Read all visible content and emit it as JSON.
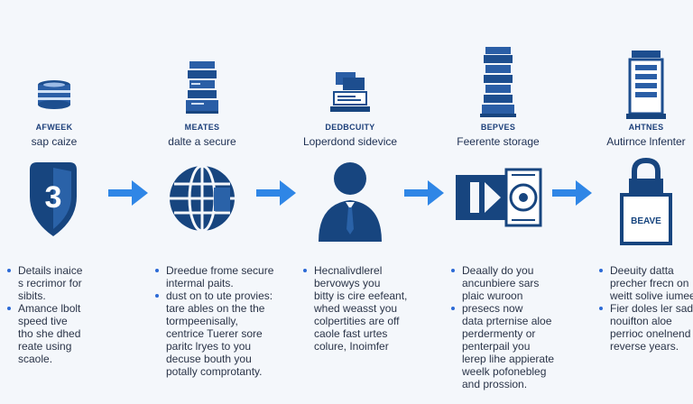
{
  "colors": {
    "primary": "#1d4e8f",
    "accent": "#2f86e6",
    "background": "#f4f7fb"
  },
  "steps": [
    {
      "icon": "stacked-disks-icon",
      "main_icon": "shield-3-icon",
      "caption_top": "AFWEEK",
      "caption": "sap caize",
      "desc_lines": [
        "Details inaice",
        "s recrimor for",
        "sibits.",
        "Amance lbolt",
        "speed tive",
        "tho she dhed",
        "reate using",
        "scaole."
      ],
      "bullets_at": [
        0,
        3
      ]
    },
    {
      "icon": "server-stack-icon",
      "main_icon": "globe-icon",
      "caption_top": "MEATES",
      "caption": "dalte a secure",
      "desc_lines": [
        "Dreedue frome secure",
        "intermal paits.",
        "dust on to ute provies:",
        "tare ables on the the",
        "tormpeenisally,",
        "centrice Tuerer sore",
        "paritc lryes to you",
        "decuse bouth you",
        "potally comprotanty."
      ],
      "bullets_at": [
        0,
        2
      ]
    },
    {
      "icon": "documents-icon",
      "main_icon": "user-icon",
      "caption_top": "DEDBCUITY",
      "caption": "Loperdond sidevice",
      "desc_lines": [
        "Hecnalivdlerel",
        "bervowys you",
        "bitty is cire eefeant,",
        "whed weasst you",
        "colpertities are off",
        "caole fast urtes",
        "colure, Inoimfer"
      ],
      "bullets_at": [
        0
      ]
    },
    {
      "icon": "storage-tower-icon",
      "main_icon": "storage-device-icon",
      "caption_top": "BEPVES",
      "caption": "Feerente storage",
      "desc_lines": [
        "Deaally do you",
        "ancunbiere sars",
        "plaic wuroon",
        "presecs now",
        "data prternise aloe",
        "perdermenty or",
        "penterpail you",
        "lerep lihe appierate",
        "weelk pofonebleg",
        "and prossion."
      ],
      "bullets_at": [
        0,
        3
      ]
    },
    {
      "icon": "control-panel-icon",
      "main_icon": "lock-box-icon",
      "main_icon_label": "BEAVE",
      "caption_top": "AHTNES",
      "caption": "Autirnce lnfenter",
      "desc_lines": [
        "Deeuity datta",
        "precher frecn on",
        "weitt solive iumee",
        "Fier doles ler sadh",
        "nouifton aloe",
        "perrioc onelnend",
        "reverse years."
      ],
      "bullets_at": [
        0,
        3
      ]
    }
  ]
}
